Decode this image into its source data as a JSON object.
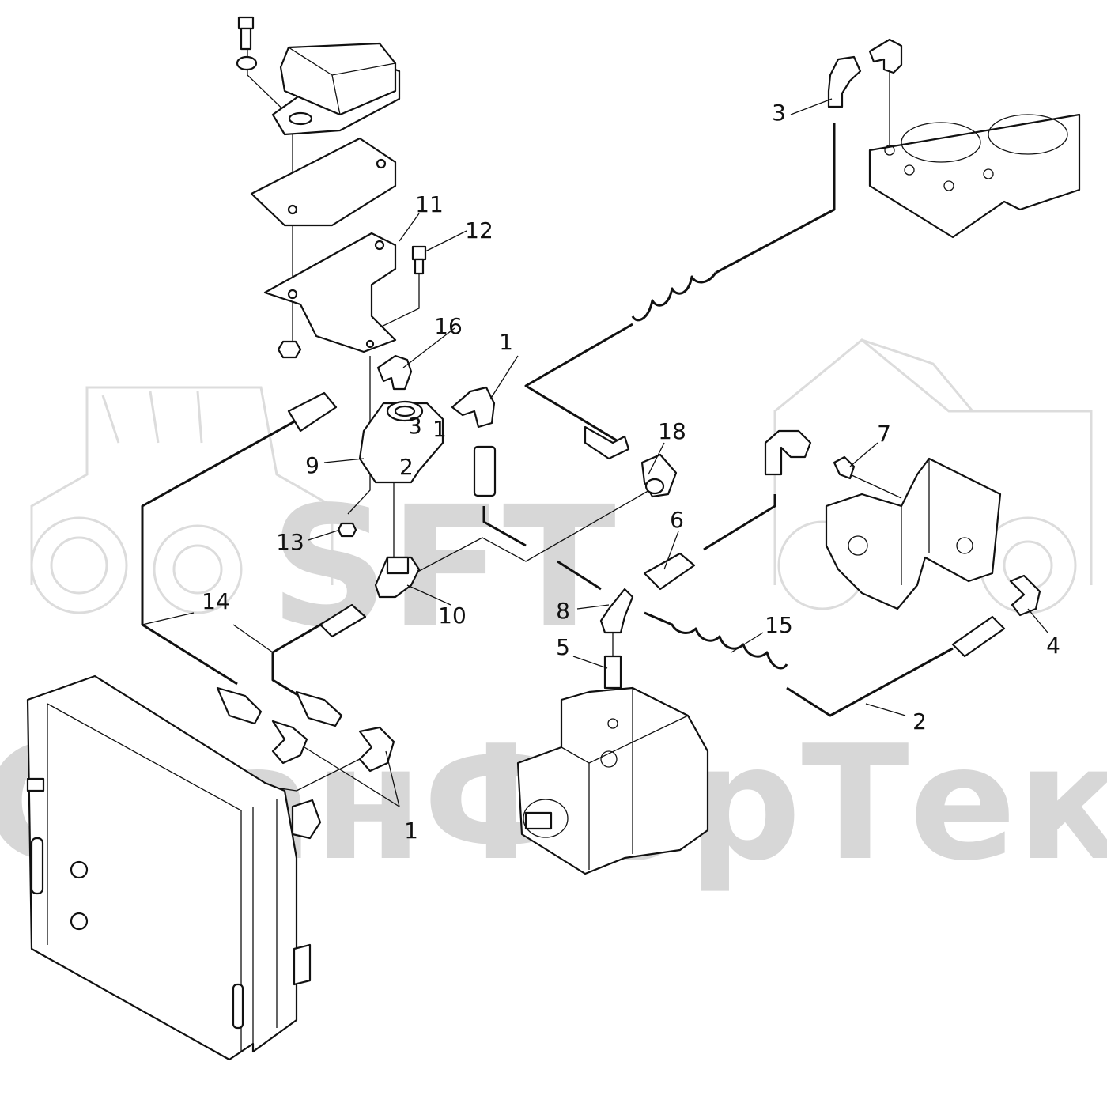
{
  "watermark": {
    "brand": "SFT",
    "company": "СканФорТек"
  },
  "callouts": [
    {
      "id": "c1a",
      "label": "1"
    },
    {
      "id": "c1b",
      "label": "1"
    },
    {
      "id": "c2",
      "label": "2"
    },
    {
      "id": "c3",
      "label": "3"
    },
    {
      "id": "c4",
      "label": "4"
    },
    {
      "id": "c5",
      "label": "5"
    },
    {
      "id": "c6",
      "label": "6"
    },
    {
      "id": "c7",
      "label": "7"
    },
    {
      "id": "c8",
      "label": "8"
    },
    {
      "id": "c9",
      "label": "9"
    },
    {
      "id": "c10",
      "label": "10"
    },
    {
      "id": "c11",
      "label": "11"
    },
    {
      "id": "c12",
      "label": "12"
    },
    {
      "id": "c13",
      "label": "13"
    },
    {
      "id": "c14",
      "label": "14"
    },
    {
      "id": "c15",
      "label": "15"
    },
    {
      "id": "c16",
      "label": "16"
    },
    {
      "id": "c18",
      "label": "18"
    }
  ],
  "valve_port_labels": [
    "1",
    "2",
    "3"
  ]
}
